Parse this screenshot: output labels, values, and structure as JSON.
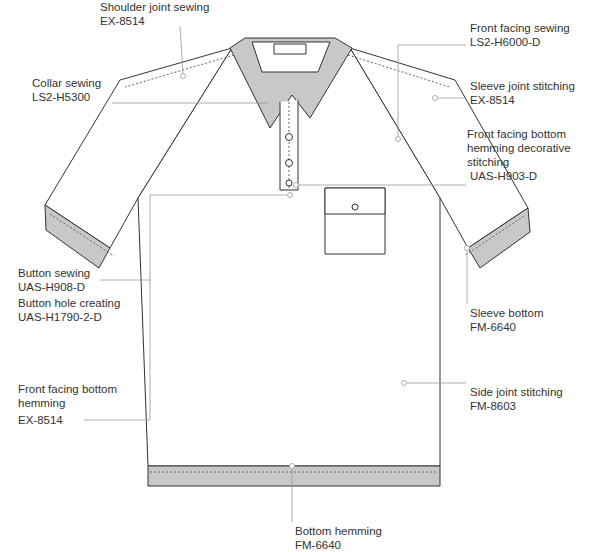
{
  "diagram": {
    "labels": [
      "Shoulder joint sewing",
      "EX-8514",
      "Front facing sewing",
      "LS2-H6000-D",
      "Collar sewing",
      "LS2-H5300",
      "Sleeve joint stitching",
      "EX-8514",
      "Front facing bottom hemming decorative stitching",
      "UAS-H903-D",
      "Button sewing",
      "UAS-H908-D",
      "Button hole creating",
      "UAS-H1790-2-D",
      "Sleeve bottom",
      "FM-6640",
      "Front facing bottom hemming",
      "EX-8514",
      "Side joint stitching",
      "FM-8603",
      "Bottom hemming",
      "FM-6640"
    ]
  }
}
